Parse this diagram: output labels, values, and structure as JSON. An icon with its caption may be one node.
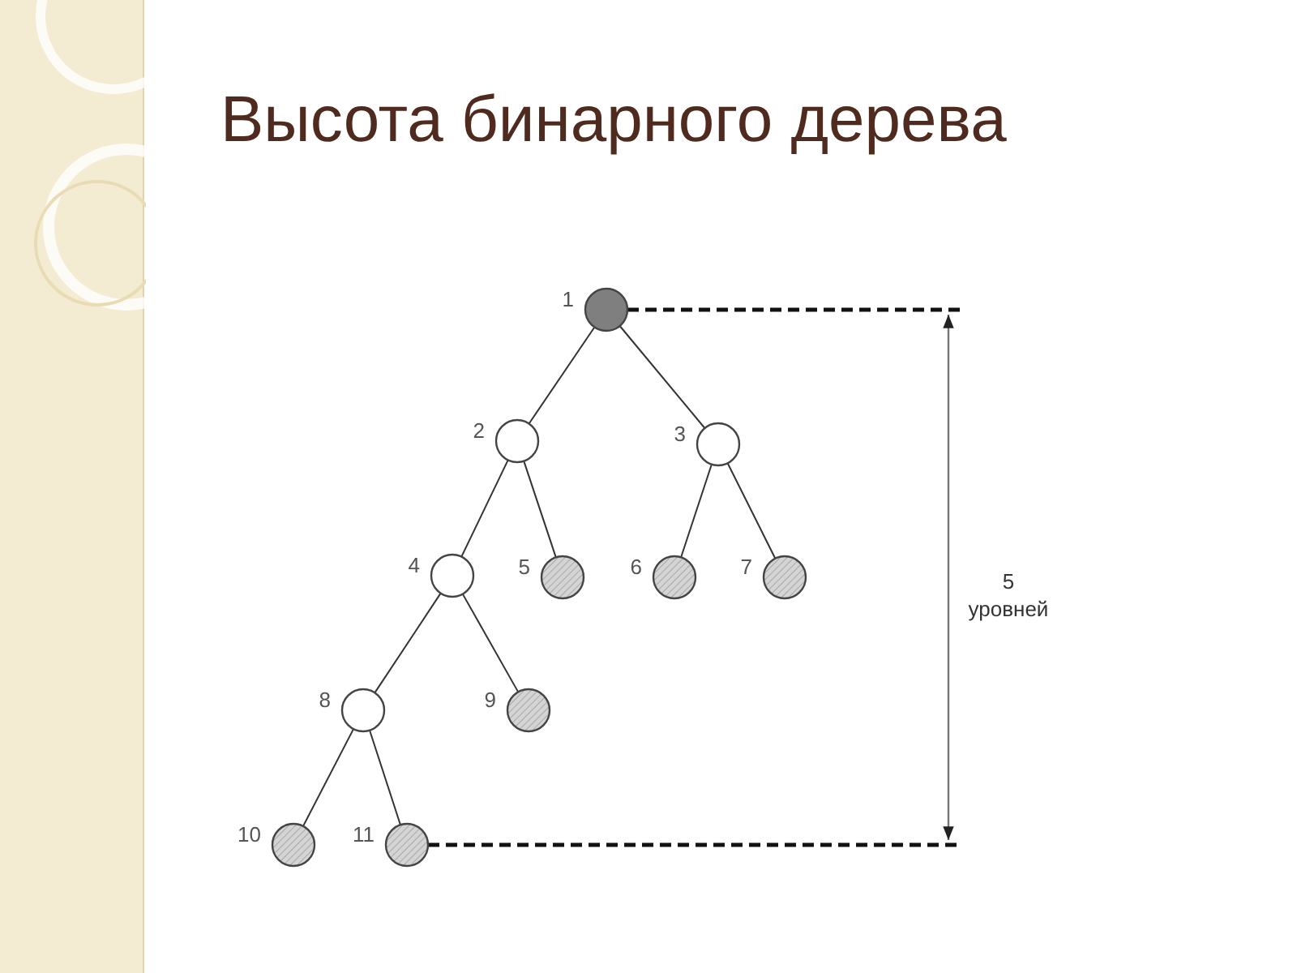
{
  "diagram": {
    "title": "Высота бинарного дерева",
    "nodes": [
      {
        "text": [],
        "shape": "circle",
        "beside": [
          "1"
        ]
      },
      {
        "text": [],
        "shape": "circle",
        "beside": [
          "2"
        ]
      },
      {
        "text": [],
        "shape": "circle",
        "beside": [
          "3"
        ]
      },
      {
        "text": [],
        "shape": "circle",
        "beside": [
          "4"
        ]
      },
      {
        "text": [],
        "shape": "circle",
        "beside": [
          "5"
        ]
      },
      {
        "text": [],
        "shape": "circle",
        "beside": [
          "6"
        ]
      },
      {
        "text": [],
        "shape": "circle",
        "beside": [
          "7"
        ]
      },
      {
        "text": [],
        "shape": "circle",
        "beside": [
          "8"
        ]
      },
      {
        "text": [],
        "shape": "circle",
        "beside": [
          "9"
        ]
      },
      {
        "text": [],
        "shape": "circle",
        "beside": [
          "10"
        ]
      },
      {
        "text": [],
        "shape": "circle",
        "beside": [
          "11"
        ]
      }
    ],
    "edges": [
      {
        "from": 0,
        "to": 1,
        "arrow": "none"
      },
      {
        "from": 0,
        "to": 2,
        "arrow": "none"
      },
      {
        "from": 1,
        "to": 3,
        "arrow": "none"
      },
      {
        "from": 1,
        "to": 4,
        "arrow": "none"
      },
      {
        "from": 2,
        "to": 5,
        "arrow": "none"
      },
      {
        "from": 2,
        "to": 6,
        "arrow": "none"
      },
      {
        "from": 3,
        "to": 7,
        "arrow": "none"
      },
      {
        "from": 3,
        "to": 8,
        "arrow": "none"
      },
      {
        "from": 7,
        "to": 9,
        "arrow": "none"
      },
      {
        "from": 7,
        "to": 10,
        "arrow": "none"
      }
    ],
    "labels": [
      "5 уровней"
    ]
  }
}
